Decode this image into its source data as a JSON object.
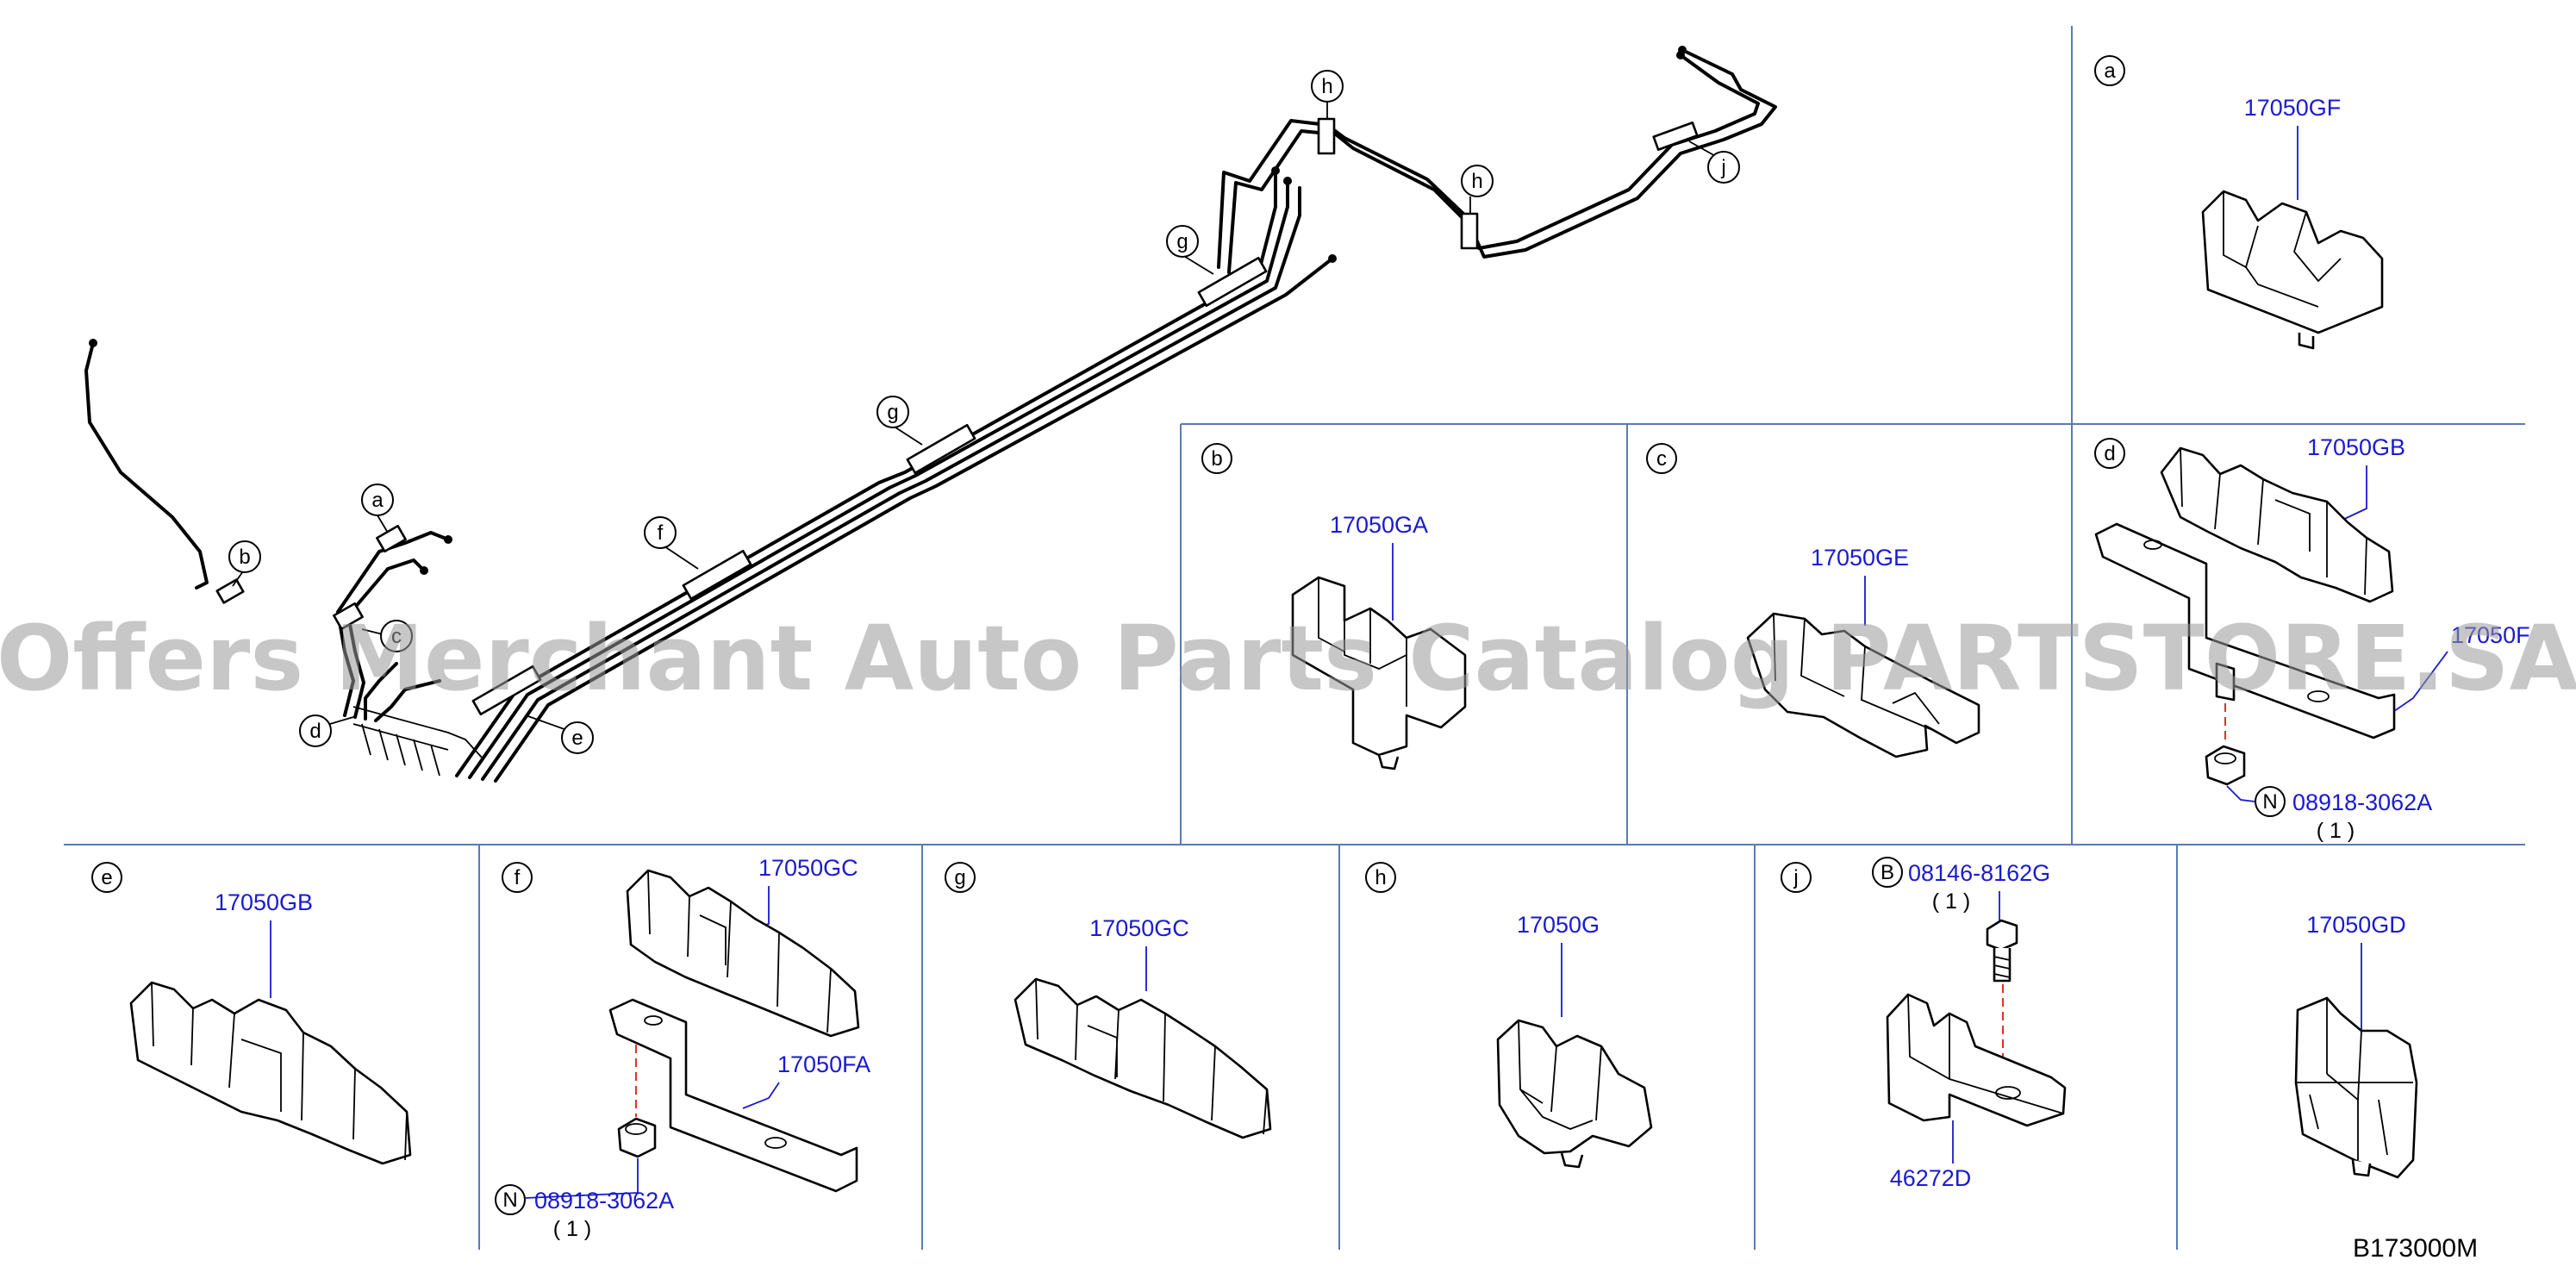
{
  "diagram": {
    "watermark": "Offers Merchant Auto Parts Catalog PARTSTORE.SA",
    "code": "B173000M",
    "assembly_callouts": [
      "a",
      "b",
      "c",
      "d",
      "e",
      "f",
      "g",
      "h",
      "h",
      "j"
    ],
    "panels": {
      "a": {
        "letter": "a",
        "part": "17050GF"
      },
      "b": {
        "letter": "b",
        "part": "17050GA"
      },
      "c": {
        "letter": "c",
        "part": "17050GE"
      },
      "d": {
        "letter": "d",
        "part_clip": "17050GB",
        "part_bracket": "17050F",
        "nut_prefix": "N",
        "nut": "08918-3062A",
        "nut_qty": "( 1 )"
      },
      "e": {
        "letter": "e",
        "part": "17050GB"
      },
      "f": {
        "letter": "f",
        "part_clip": "17050GC",
        "part_bracket": "17050FA",
        "nut_prefix": "N",
        "nut": "08918-3062A",
        "nut_qty": "( 1 )"
      },
      "g": {
        "letter": "g",
        "part": "17050GC"
      },
      "h": {
        "letter": "h",
        "part": "17050G"
      },
      "j": {
        "letter": "j",
        "bolt_prefix": "B",
        "bolt": "08146-8162G",
        "bolt_qty": "( 1 )",
        "part": "46272D"
      },
      "k": {
        "part": "17050GD"
      }
    }
  }
}
